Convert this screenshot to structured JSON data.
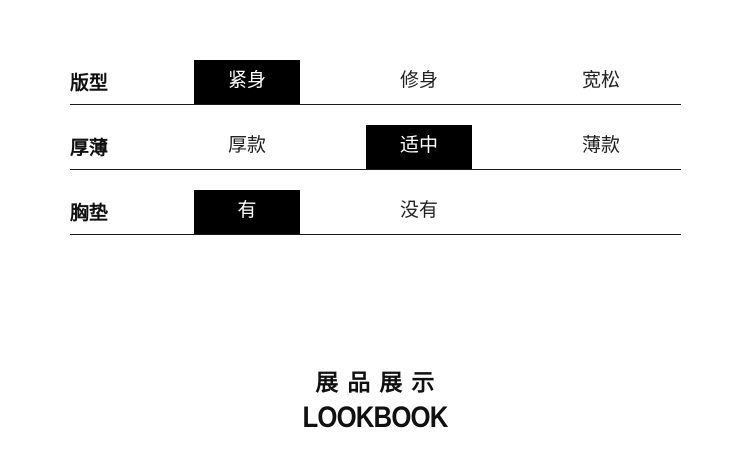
{
  "spec_rows": [
    {
      "label": "版型",
      "options": [
        {
          "text": "紧身",
          "selected": true
        },
        {
          "text": "修身",
          "selected": false
        },
        {
          "text": "宽松",
          "selected": false
        }
      ]
    },
    {
      "label": "厚薄",
      "options": [
        {
          "text": "厚款",
          "selected": false
        },
        {
          "text": "适中",
          "selected": true
        },
        {
          "text": "薄款",
          "selected": false
        }
      ]
    },
    {
      "label": "胸垫",
      "options": [
        {
          "text": "有",
          "selected": true
        },
        {
          "text": "没有",
          "selected": false
        }
      ]
    }
  ],
  "lookbook": {
    "title_cn": "展品展示",
    "title_en": "LOOKBOOK"
  },
  "colors": {
    "selected_bg": "#000000",
    "selected_text": "#ffffff",
    "text": "#111111",
    "divider": "#1a1a1a"
  }
}
